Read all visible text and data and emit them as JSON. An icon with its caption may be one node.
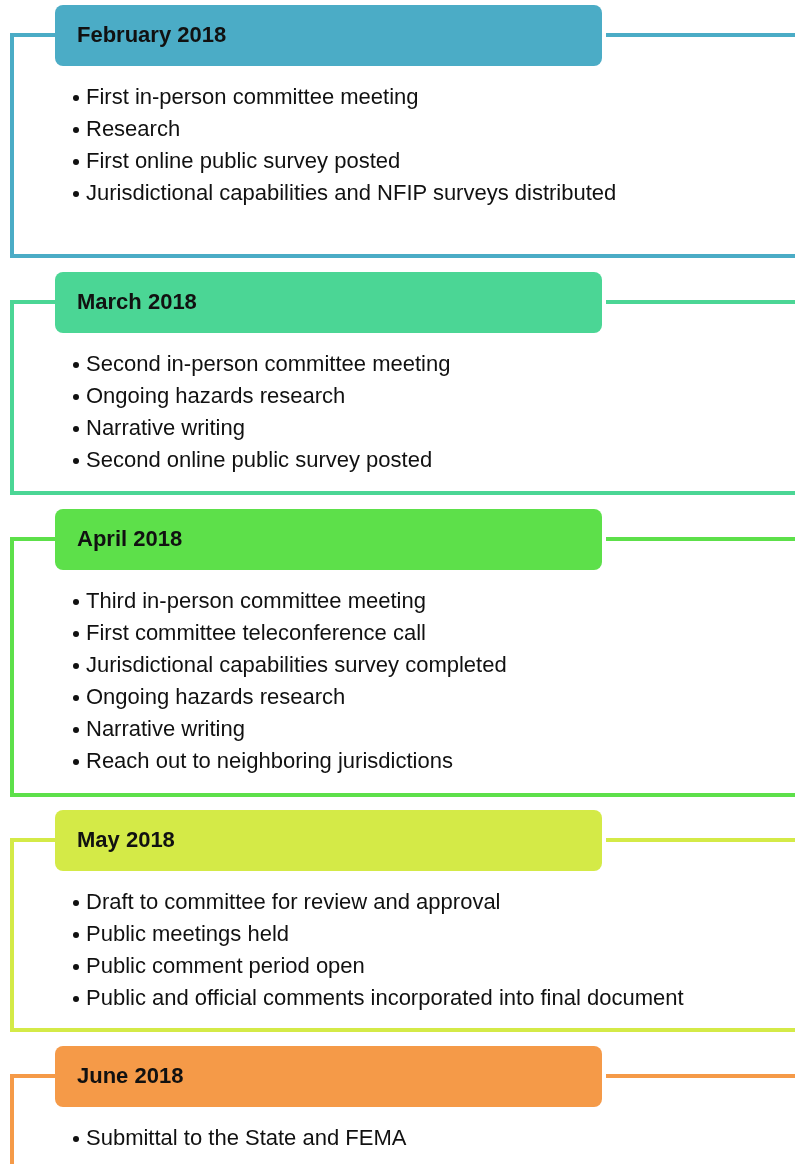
{
  "diagram": {
    "nodes": [
      {
        "text": [
          "February 2018"
        ],
        "beside": [
          "First in-person committee meeting",
          "Research",
          "First online public survey posted",
          "Jurisdictional capabilities and NFIP surveys distributed"
        ]
      },
      {
        "text": [
          "March 2018"
        ],
        "beside": [
          "Second in-person committee meeting",
          "Ongoing hazards research",
          "Narrative writing",
          "Second online public survey posted"
        ]
      },
      {
        "text": [
          "April 2018"
        ],
        "beside": [
          "Third in-person committee meeting",
          "First committee teleconference call",
          "Jurisdictional capabilities survey completed",
          "Ongoing hazards research",
          "Narrative writing",
          "Reach out to neighboring jurisdictions"
        ]
      },
      {
        "text": [
          "May 2018"
        ],
        "beside": [
          "Draft to committee for review and approval",
          "Public meetings held",
          "Public comment period open",
          "Public and official comments incorporated into final document"
        ]
      },
      {
        "text": [
          "June 2018"
        ],
        "beside": [
          "Submittal to the State and FEMA"
        ]
      }
    ],
    "edges": []
  }
}
